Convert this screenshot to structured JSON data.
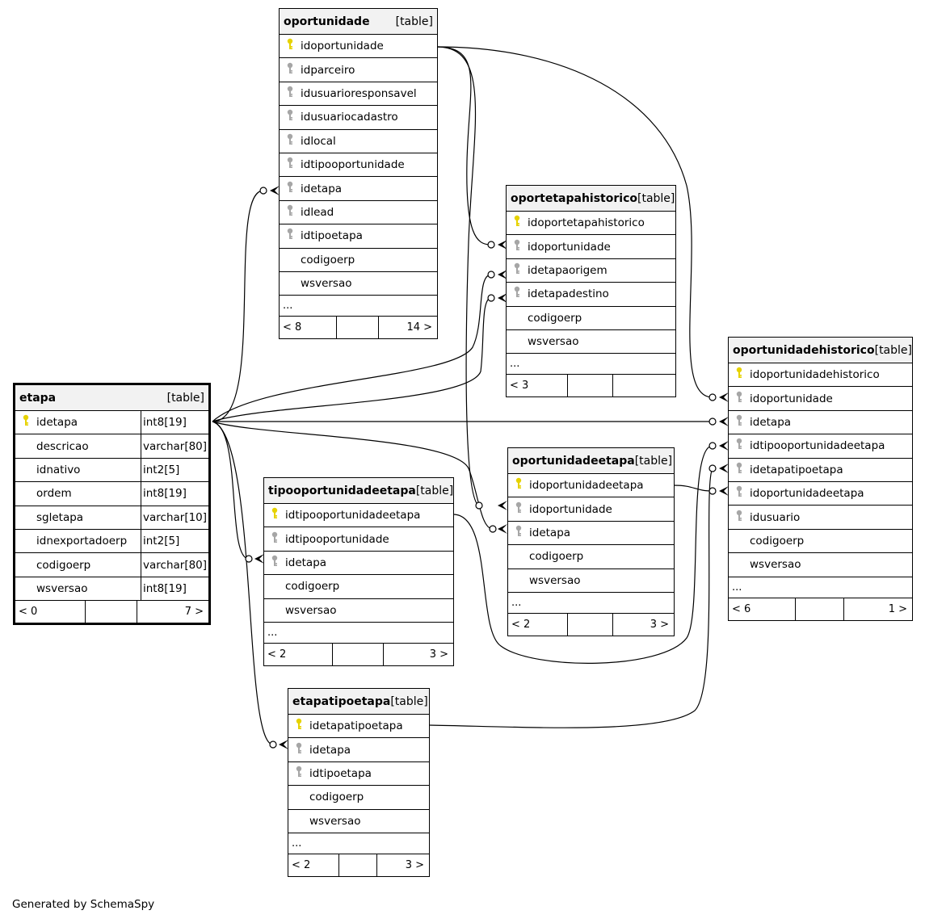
{
  "footer": "Generated by SchemaSpy",
  "colors": {
    "primary_key": "#e6d200",
    "foreign_key": "#a6a6a6",
    "header_bg": "#f2f2f2"
  },
  "tables": [
    {
      "id": "oportunidade",
      "name": "oportunidade",
      "type_label": "[table]",
      "columns": [
        {
          "name": "idoportunidade",
          "key": "pk"
        },
        {
          "name": "idparceiro",
          "key": "fk"
        },
        {
          "name": "idusuarioresponsavel",
          "key": "fk"
        },
        {
          "name": "idusuariocadastro",
          "key": "fk"
        },
        {
          "name": "idlocal",
          "key": "fk"
        },
        {
          "name": "idtipooportunidade",
          "key": "fk"
        },
        {
          "name": "idetapa",
          "key": "fk"
        },
        {
          "name": "idlead",
          "key": "fk"
        },
        {
          "name": "idtipoetapa",
          "key": "fk"
        },
        {
          "name": "codigoerp",
          "key": ""
        },
        {
          "name": "wsversao",
          "key": ""
        }
      ],
      "more": "...",
      "footer": {
        "left": "< 8",
        "mid": "",
        "right": "14 >"
      }
    },
    {
      "id": "oportetapahistorico",
      "name": "oportetapahistorico",
      "type_label": "[table]",
      "columns": [
        {
          "name": "idoportetapahistorico",
          "key": "pk"
        },
        {
          "name": "idoportunidade",
          "key": "fk"
        },
        {
          "name": "idetapaorigem",
          "key": "fk"
        },
        {
          "name": "idetapadestino",
          "key": "fk"
        },
        {
          "name": "codigoerp",
          "key": ""
        },
        {
          "name": "wsversao",
          "key": ""
        }
      ],
      "more": "...",
      "footer": {
        "left": "< 3",
        "mid": "",
        "right": ""
      }
    },
    {
      "id": "oportunidadehistorico",
      "name": "oportunidadehistorico",
      "type_label": "[table]",
      "columns": [
        {
          "name": "idoportunidadehistorico",
          "key": "pk"
        },
        {
          "name": "idoportunidade",
          "key": "fk"
        },
        {
          "name": "idetapa",
          "key": "fk"
        },
        {
          "name": "idtipooportunidadeetapa",
          "key": "fk"
        },
        {
          "name": "idetapatipoetapa",
          "key": "fk"
        },
        {
          "name": "idoportunidadeetapa",
          "key": "fk"
        },
        {
          "name": "idusuario",
          "key": "fk"
        },
        {
          "name": "codigoerp",
          "key": ""
        },
        {
          "name": "wsversao",
          "key": ""
        }
      ],
      "more": "...",
      "footer": {
        "left": "< 6",
        "mid": "",
        "right": "1 >"
      }
    },
    {
      "id": "etapa",
      "name": "etapa",
      "type_label": "[table]",
      "focus": true,
      "columns": [
        {
          "name": "idetapa",
          "key": "pk",
          "type": "int8[19]"
        },
        {
          "name": "descricao",
          "key": "",
          "type": "varchar[80]"
        },
        {
          "name": "idnativo",
          "key": "",
          "type": "int2[5]"
        },
        {
          "name": "ordem",
          "key": "",
          "type": "int8[19]"
        },
        {
          "name": "sgletapa",
          "key": "",
          "type": "varchar[10]"
        },
        {
          "name": "idnexportadoerp",
          "key": "",
          "type": "int2[5]"
        },
        {
          "name": "codigoerp",
          "key": "",
          "type": "varchar[80]"
        },
        {
          "name": "wsversao",
          "key": "",
          "type": "int8[19]"
        }
      ],
      "more": "",
      "footer": {
        "left": "< 0",
        "mid": "",
        "right": "7 >"
      }
    },
    {
      "id": "oportunidadeetapa",
      "name": "oportunidadeetapa",
      "type_label": "[table]",
      "columns": [
        {
          "name": "idoportunidadeetapa",
          "key": "pk"
        },
        {
          "name": "idoportunidade",
          "key": "fk"
        },
        {
          "name": "idetapa",
          "key": "fk"
        },
        {
          "name": "codigoerp",
          "key": ""
        },
        {
          "name": "wsversao",
          "key": ""
        }
      ],
      "more": "...",
      "footer": {
        "left": "< 2",
        "mid": "",
        "right": "3 >"
      }
    },
    {
      "id": "tipooportunidadeetapa",
      "name": "tipooportunidadeetapa",
      "type_label": "[table]",
      "columns": [
        {
          "name": "idtipooportunidadeetapa",
          "key": "pk"
        },
        {
          "name": "idtipooportunidade",
          "key": "fk"
        },
        {
          "name": "idetapa",
          "key": "fk"
        },
        {
          "name": "codigoerp",
          "key": ""
        },
        {
          "name": "wsversao",
          "key": ""
        }
      ],
      "more": "...",
      "footer": {
        "left": "< 2",
        "mid": "",
        "right": "3 >"
      }
    },
    {
      "id": "etapatipoetapa",
      "name": "etapatipoetapa",
      "type_label": "[table]",
      "columns": [
        {
          "name": "idetapatipoetapa",
          "key": "pk"
        },
        {
          "name": "idetapa",
          "key": "fk"
        },
        {
          "name": "idtipoetapa",
          "key": "fk"
        },
        {
          "name": "codigoerp",
          "key": ""
        },
        {
          "name": "wsversao",
          "key": ""
        }
      ],
      "more": "...",
      "footer": {
        "left": "< 2",
        "mid": "",
        "right": "3 >"
      }
    }
  ],
  "relations": [
    {
      "from": "etapa.idetapa",
      "to": "oportunidade.idetapa"
    },
    {
      "from": "etapa.idetapa",
      "to": "oportetapahistorico.idetapaorigem"
    },
    {
      "from": "etapa.idetapa",
      "to": "oportetapahistorico.idetapadestino"
    },
    {
      "from": "etapa.idetapa",
      "to": "oportunidadehistorico.idetapa"
    },
    {
      "from": "etapa.idetapa",
      "to": "oportunidadeetapa.idetapa"
    },
    {
      "from": "etapa.idetapa",
      "to": "tipooportunidadeetapa.idetapa"
    },
    {
      "from": "etapa.idetapa",
      "to": "etapatipoetapa.idetapa"
    },
    {
      "from": "oportunidade.idoportunidade",
      "to": "oportetapahistorico.idoportunidade"
    },
    {
      "from": "oportunidade.idoportunidade",
      "to": "oportunidadeetapa.idoportunidade"
    },
    {
      "from": "oportunidade.idoportunidade",
      "to": "oportunidadehistorico.idoportunidade"
    },
    {
      "from": "tipooportunidadeetapa.idtipooportunidadeetapa",
      "to": "oportunidadehistorico.idtipooportunidadeetapa"
    },
    {
      "from": "etapatipoetapa.idetapatipoetapa",
      "to": "oportunidadehistorico.idetapatipoetapa"
    },
    {
      "from": "oportunidadeetapa.idoportunidadeetapa",
      "to": "oportunidadehistorico.idoportunidadeetapa"
    }
  ]
}
